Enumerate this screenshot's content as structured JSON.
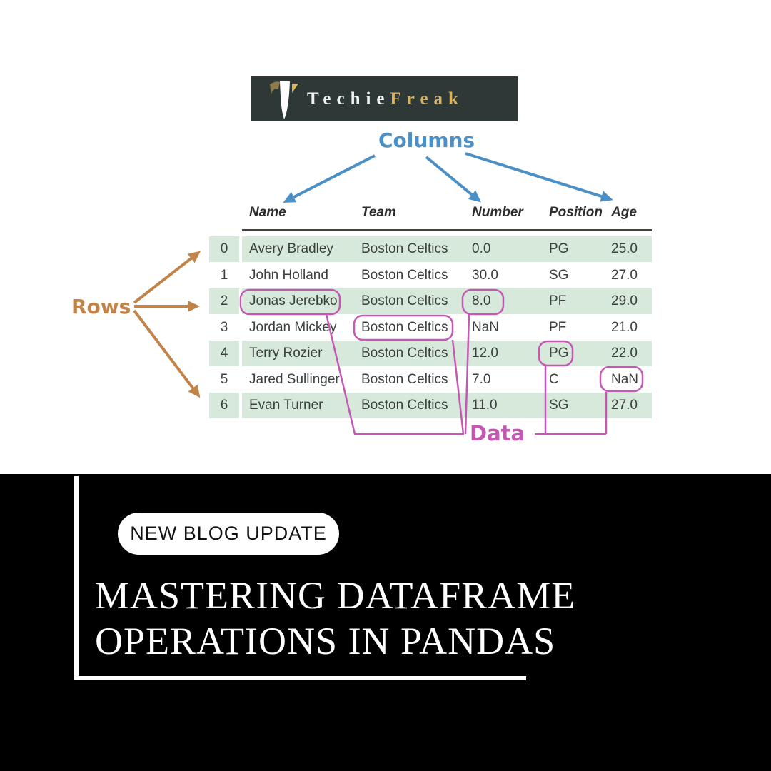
{
  "logo": {
    "brand_first": "Techie",
    "brand_second": "Freak"
  },
  "diagram": {
    "columns_label": "Columns",
    "rows_label": "Rows",
    "data_label": "Data",
    "colors": {
      "columns_label": "#4a8fc6",
      "rows_label": "#c28348",
      "data_label": "#c558b2",
      "row_stripe": "#d6e9db"
    },
    "table": {
      "columns": [
        "Name",
        "Team",
        "Number",
        "Position",
        "Age"
      ],
      "rows": [
        {
          "index": "0",
          "cells": [
            "Avery Bradley",
            "Boston Celtics",
            "0.0",
            "PG",
            "25.0"
          ]
        },
        {
          "index": "1",
          "cells": [
            "John Holland",
            "Boston Celtics",
            "30.0",
            "SG",
            "27.0"
          ]
        },
        {
          "index": "2",
          "cells": [
            "Jonas Jerebko",
            "Boston Celtics",
            "8.0",
            "PF",
            "29.0"
          ]
        },
        {
          "index": "3",
          "cells": [
            "Jordan Mickey",
            "Boston Celtics",
            "NaN",
            "PF",
            "21.0"
          ]
        },
        {
          "index": "4",
          "cells": [
            "Terry Rozier",
            "Boston Celtics",
            "12.0",
            "PG",
            "22.0"
          ]
        },
        {
          "index": "5",
          "cells": [
            "Jared Sullinger",
            "Boston Celtics",
            "7.0",
            "C",
            "NaN"
          ]
        },
        {
          "index": "6",
          "cells": [
            "Evan Turner",
            "Boston Celtics",
            "11.0",
            "SG",
            "27.0"
          ]
        }
      ],
      "highlighted_cells": [
        {
          "row": 2,
          "column": "Name",
          "value": "Jonas Jerebko"
        },
        {
          "row": 2,
          "column": "Number",
          "value": "8.0"
        },
        {
          "row": 3,
          "column": "Team",
          "value": "Boston Celtics"
        },
        {
          "row": 4,
          "column": "Position",
          "value": "PG"
        },
        {
          "row": 5,
          "column": "Age",
          "value": "NaN"
        }
      ]
    }
  },
  "banner": {
    "badge": "NEW BLOG UPDATE",
    "title_line1": "MASTERING DATAFRAME",
    "title_line2": "OPERATIONS IN PANDAS"
  }
}
